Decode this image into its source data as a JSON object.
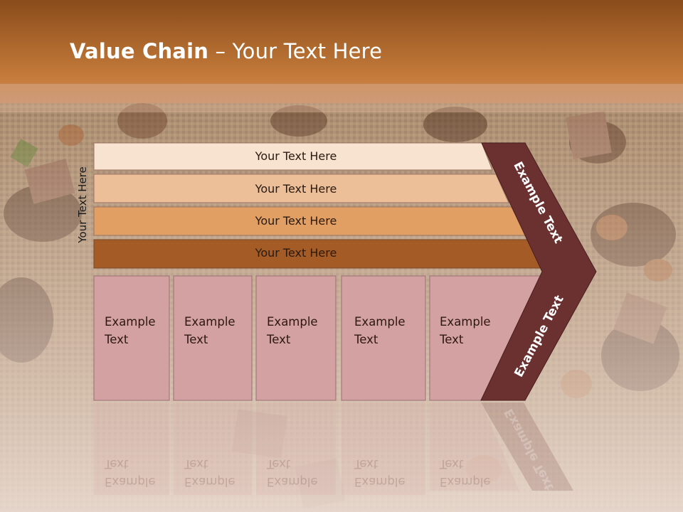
{
  "title": {
    "bold": "Value Chain",
    "rest": " – Your Text Here"
  },
  "side_label": "Your Text Here",
  "rows": [
    {
      "label": "Your Text Here",
      "color": "#f8e2d0"
    },
    {
      "label": "Your Text Here",
      "color": "#ecbf99"
    },
    {
      "label": "Your Text Here",
      "color": "#e19f63"
    },
    {
      "label": "Your Text Here",
      "color": "#a45b25"
    }
  ],
  "boxes": [
    {
      "line1": "Example",
      "line2": "Text"
    },
    {
      "line1": "Example",
      "line2": "Text"
    },
    {
      "line1": "Example",
      "line2": "Text"
    },
    {
      "line1": "Example",
      "line2": "Text"
    },
    {
      "line1": "Example",
      "line2": "Text"
    }
  ],
  "chevron_top": "Example Text",
  "chevron_bottom": "Example Text",
  "colors": {
    "header_top": "#8a4d1c",
    "header_bottom": "#c57a39",
    "box": "#d4a1a2",
    "chevron": "#6b3030"
  }
}
